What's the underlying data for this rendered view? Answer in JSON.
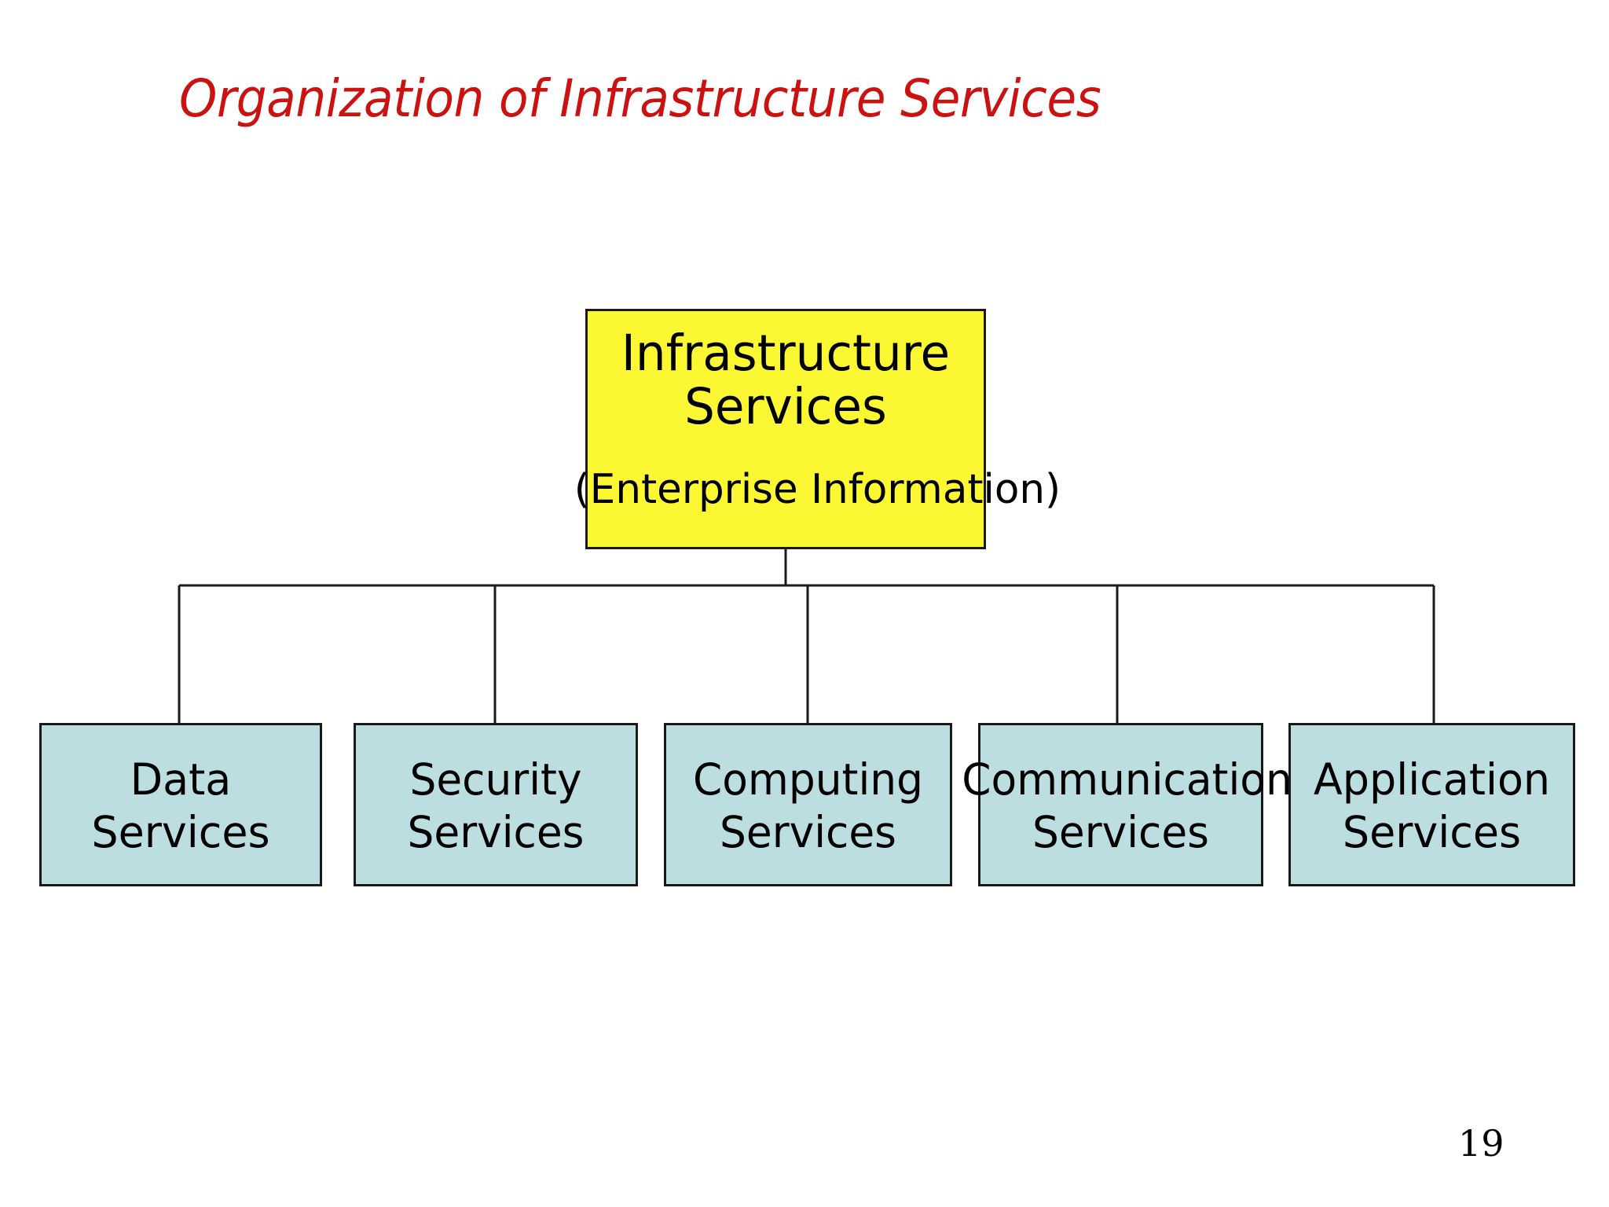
{
  "slide": {
    "title": "Organization of Infrastructure Services",
    "page_number": "19",
    "background_color": "#FFFFFF",
    "title_color": "#CC1111"
  },
  "diagram": {
    "type": "org-chart",
    "root": {
      "line1": "Infrastructure",
      "line2": "Services",
      "subtitle": "(Enterprise Information)",
      "fill_color": "#FBF732",
      "border_color": "#1A1A1A"
    },
    "children": [
      {
        "line1": "Data",
        "line2": "Services",
        "fill_color": "#BCDEE0",
        "border_color": "#1A1A1A"
      },
      {
        "line1": "Security",
        "line2": "Services",
        "fill_color": "#BCDEE0",
        "border_color": "#1A1A1A"
      },
      {
        "line1": "Computing",
        "line2": "Services",
        "fill_color": "#BCDEE0",
        "border_color": "#1A1A1A"
      },
      {
        "line1": "Communication",
        "line2": "Services",
        "fill_color": "#BCDEE0",
        "border_color": "#1A1A1A"
      },
      {
        "line1": "Application",
        "line2": "Services",
        "fill_color": "#BCDEE0",
        "border_color": "#1A1A1A"
      }
    ],
    "connector_color": "#1A1A1A"
  }
}
